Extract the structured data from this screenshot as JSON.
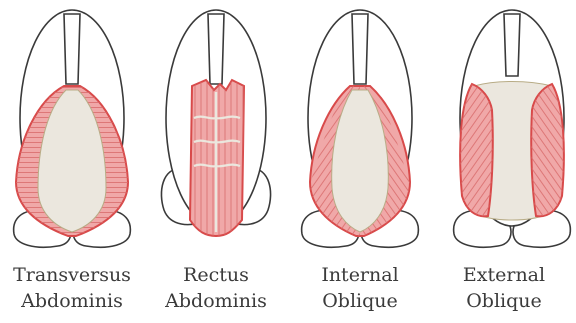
{
  "colors": {
    "outline": "#3a3a3a",
    "muscle": "#f0a8a8",
    "muscle_border": "#d84a4a",
    "tendon": "#ebe7de",
    "tendon_border": "#b8ac86",
    "fiber": "#d86a6a",
    "background": "#ffffff"
  },
  "muscles": [
    {
      "line1": "Transversus",
      "line2": "Abdominis",
      "icon": "transversus-abdominis-figure"
    },
    {
      "line1": "Rectus",
      "line2": "Abdominis",
      "icon": "rectus-abdominis-figure"
    },
    {
      "line1": "Internal",
      "line2": "Oblique",
      "icon": "internal-oblique-figure"
    },
    {
      "line1": "External",
      "line2": "Oblique",
      "icon": "external-oblique-figure"
    }
  ]
}
